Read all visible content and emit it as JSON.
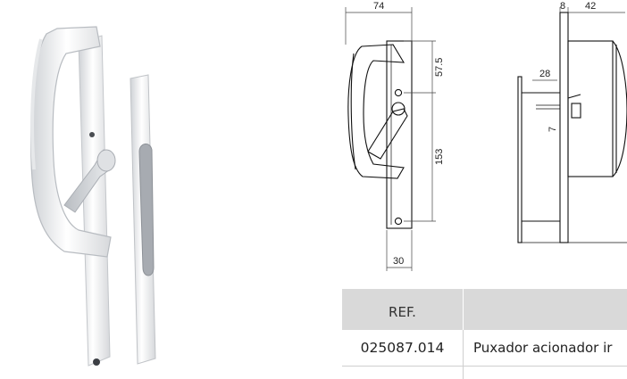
{
  "drawing": {
    "dim_width_74": "74",
    "dim_height_57_5": "57.5",
    "dim_height_153": "153",
    "dim_width_30": "30",
    "dim_8": "8",
    "dim_42": "42",
    "dim_28": "28",
    "dim_7": "7"
  },
  "table": {
    "headers": [
      "REF.",
      ""
    ],
    "rows": [
      {
        "ref": "025087.014",
        "description": "Puxador acionador ir"
      }
    ]
  },
  "colors": {
    "header_bg": "#d9d9d9",
    "line": "#111111",
    "dim_line": "#444444"
  }
}
